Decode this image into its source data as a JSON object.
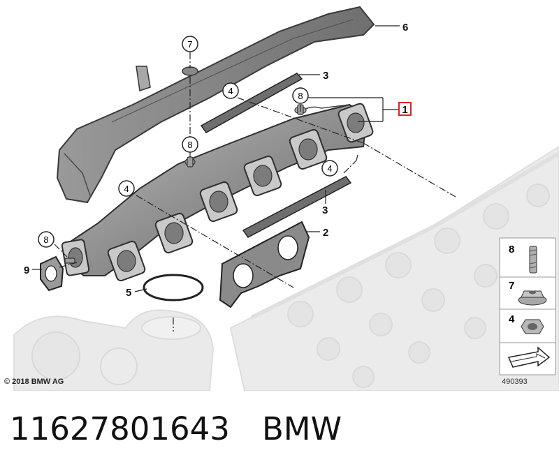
{
  "diagram": {
    "callouts": [
      {
        "id": "c7",
        "label": "7"
      },
      {
        "id": "c8a",
        "label": "8"
      },
      {
        "id": "c8b",
        "label": "8"
      },
      {
        "id": "c8c",
        "label": "8"
      },
      {
        "id": "c4a",
        "label": "4"
      },
      {
        "id": "c4b",
        "label": "4"
      },
      {
        "id": "c4c",
        "label": "4"
      }
    ],
    "plain_labels": {
      "p6": "6",
      "p3a": "3",
      "p3b": "3",
      "p2": "2",
      "p5": "5",
      "p9": "9",
      "p1": "1"
    },
    "legend": [
      {
        "label": "8",
        "icon": "stud-icon"
      },
      {
        "label": "7",
        "icon": "flange-nut-icon"
      },
      {
        "label": "4",
        "icon": "hex-nut-icon"
      }
    ],
    "highlight_color": "#d9252a",
    "copyright": "© 2018 BMW AG",
    "reference_number": "490393"
  },
  "caption": {
    "part_number": "11627801643",
    "brand": "BMW"
  }
}
